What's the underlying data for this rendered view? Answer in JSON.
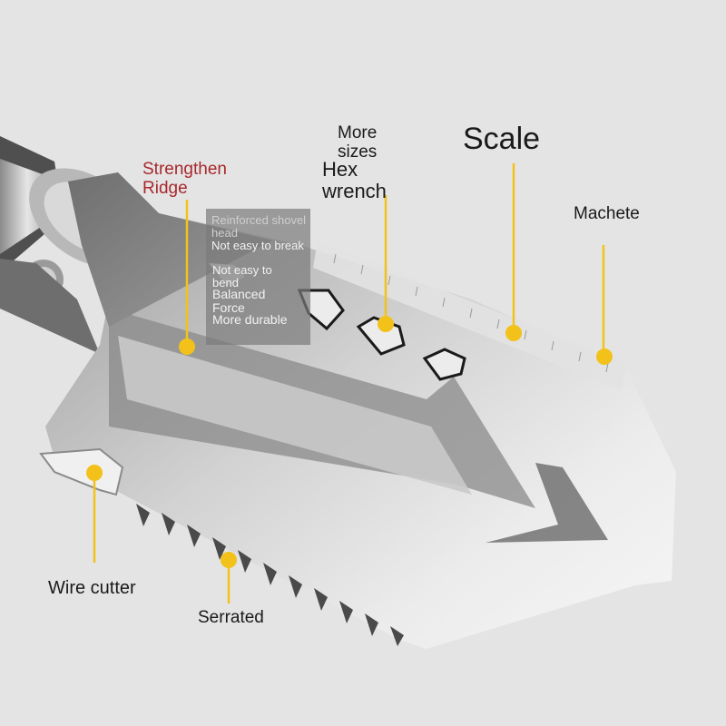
{
  "labels": {
    "strengthen_ridge": "Strengthen Ridge",
    "more_sizes": "More sizes",
    "hex_wrench": "Hex wrench",
    "scale": "Scale",
    "machete": "Machete",
    "wire_cutter": "Wire cutter",
    "serrated": "Serrated"
  },
  "feature_box": {
    "items": [
      "Reinforced shovel head",
      "Not easy to break",
      "Not easy to bend",
      "Balanced Force",
      "More durable"
    ]
  },
  "colors": {
    "background": "#e4e4e4",
    "callout_yellow": "#f2c21b",
    "accent_red": "#a8282c",
    "blade_steel": "#c9c9c9",
    "blade_dark": "#7d7d7d"
  }
}
